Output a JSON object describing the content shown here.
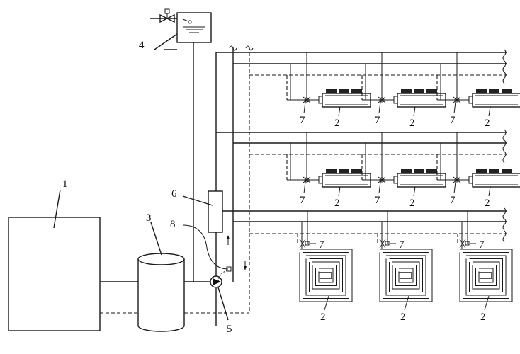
{
  "labels": {
    "heat_source": "1",
    "fan_coil": "2",
    "tank": "3",
    "expansion_tank": "4",
    "pump": "5",
    "component_6": "6",
    "valve": "7",
    "component_8": "8"
  },
  "icons": [
    "float-valve-icon",
    "pump-icon",
    "valve-icon",
    "fan-coil-icon",
    "floor-coil-icon",
    "arrow-up-icon",
    "arrow-down-icon"
  ]
}
